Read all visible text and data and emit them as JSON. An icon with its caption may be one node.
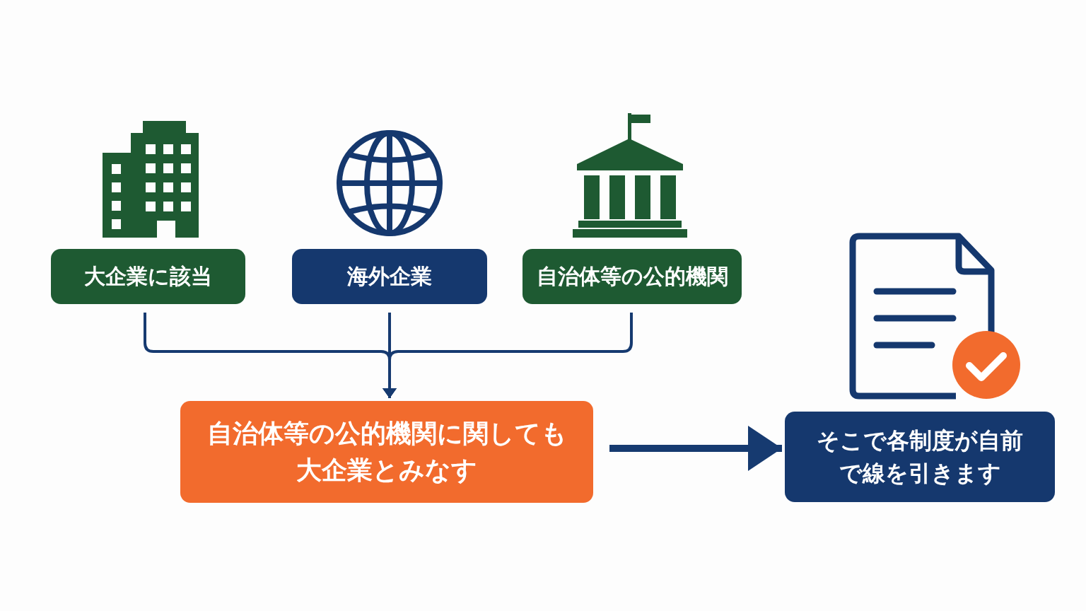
{
  "diagram": {
    "nodes": [
      {
        "text": [
          "大企業に該当"
        ]
      },
      {
        "text": [
          "海外企業"
        ]
      },
      {
        "text": [
          "自治体等の公的機関"
        ]
      },
      {
        "text": [
          "自治体等の公的機関に関しても大企業とみなす"
        ]
      },
      {
        "text": [
          "そこで各制度が自前で線を引きます"
        ]
      }
    ],
    "edges": [
      {
        "from": 0,
        "to": 3,
        "arrow": "to"
      },
      {
        "from": 1,
        "to": 3,
        "arrow": "to"
      },
      {
        "from": 2,
        "to": 3,
        "arrow": "to"
      },
      {
        "from": 3,
        "to": 4,
        "arrow": "to",
        "style": "thick"
      }
    ]
  }
}
